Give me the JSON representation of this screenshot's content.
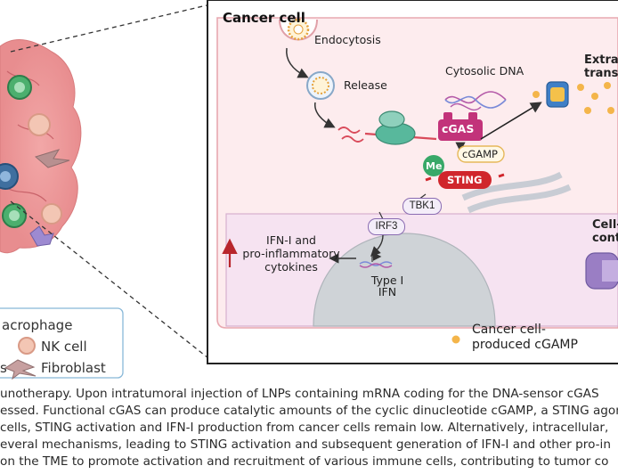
{
  "diagram": {
    "cancer_cell_title": "Cancer cell",
    "endocytosis": "Endocytosis",
    "release": "Release",
    "cytosolic_dna": "Cytosolic DNA",
    "cgas": "cGAS",
    "cgamp": "cGAMP",
    "me": "Me",
    "sting": "STING",
    "tbk1": "TBK1",
    "irf3": "IRF3",
    "ifn_line1": "IFN-I and",
    "ifn_line2": "pro-inflammatory",
    "ifn_line3": "cytokines",
    "type1_line1": "Type I",
    "type1_line2": "IFN",
    "extracellular_line1": "Extrac",
    "extracellular_line2": "transf",
    "cellcell_line1": "Cell-",
    "cellcell_line2": "conta",
    "legend_cgamp_line1": "Cancer cell-",
    "legend_cgamp_line2": "produced cGAMP"
  },
  "legend": {
    "macrophage": "acrophage",
    "nk_cell": "NK cell",
    "fibroblast": "Fibroblast",
    "partial_s": "s"
  },
  "caption": {
    "line1": "unotherapy. Upon intratumoral injection of LNPs containing mRNA coding for the DNA-sensor cGAS",
    "line2": "essed. Functional cGAS can produce catalytic amounts of the cyclic dinucleotide cGAMP, a STING agon",
    "line3": " cells, STING activation and IFN-I production from cancer cells remain low. Alternatively, intracellular,",
    "line4": "everal mechanisms, leading to STING activation and subsequent generation of IFN-I and other pro-in",
    "line5": "on the TME to promote activation and recruitment of various immune cells, contributing to tumor co"
  },
  "colors": {
    "cell_bg": "#fdecee",
    "nucleus_band": "#f6e3f1",
    "nucleus": "#cfd3d7",
    "cgas": "#c2337a",
    "sting": "#d0262c",
    "me": "#38a868",
    "ifn_arrow": "#b8262c",
    "cgamp_dot": "#f4b54a"
  }
}
